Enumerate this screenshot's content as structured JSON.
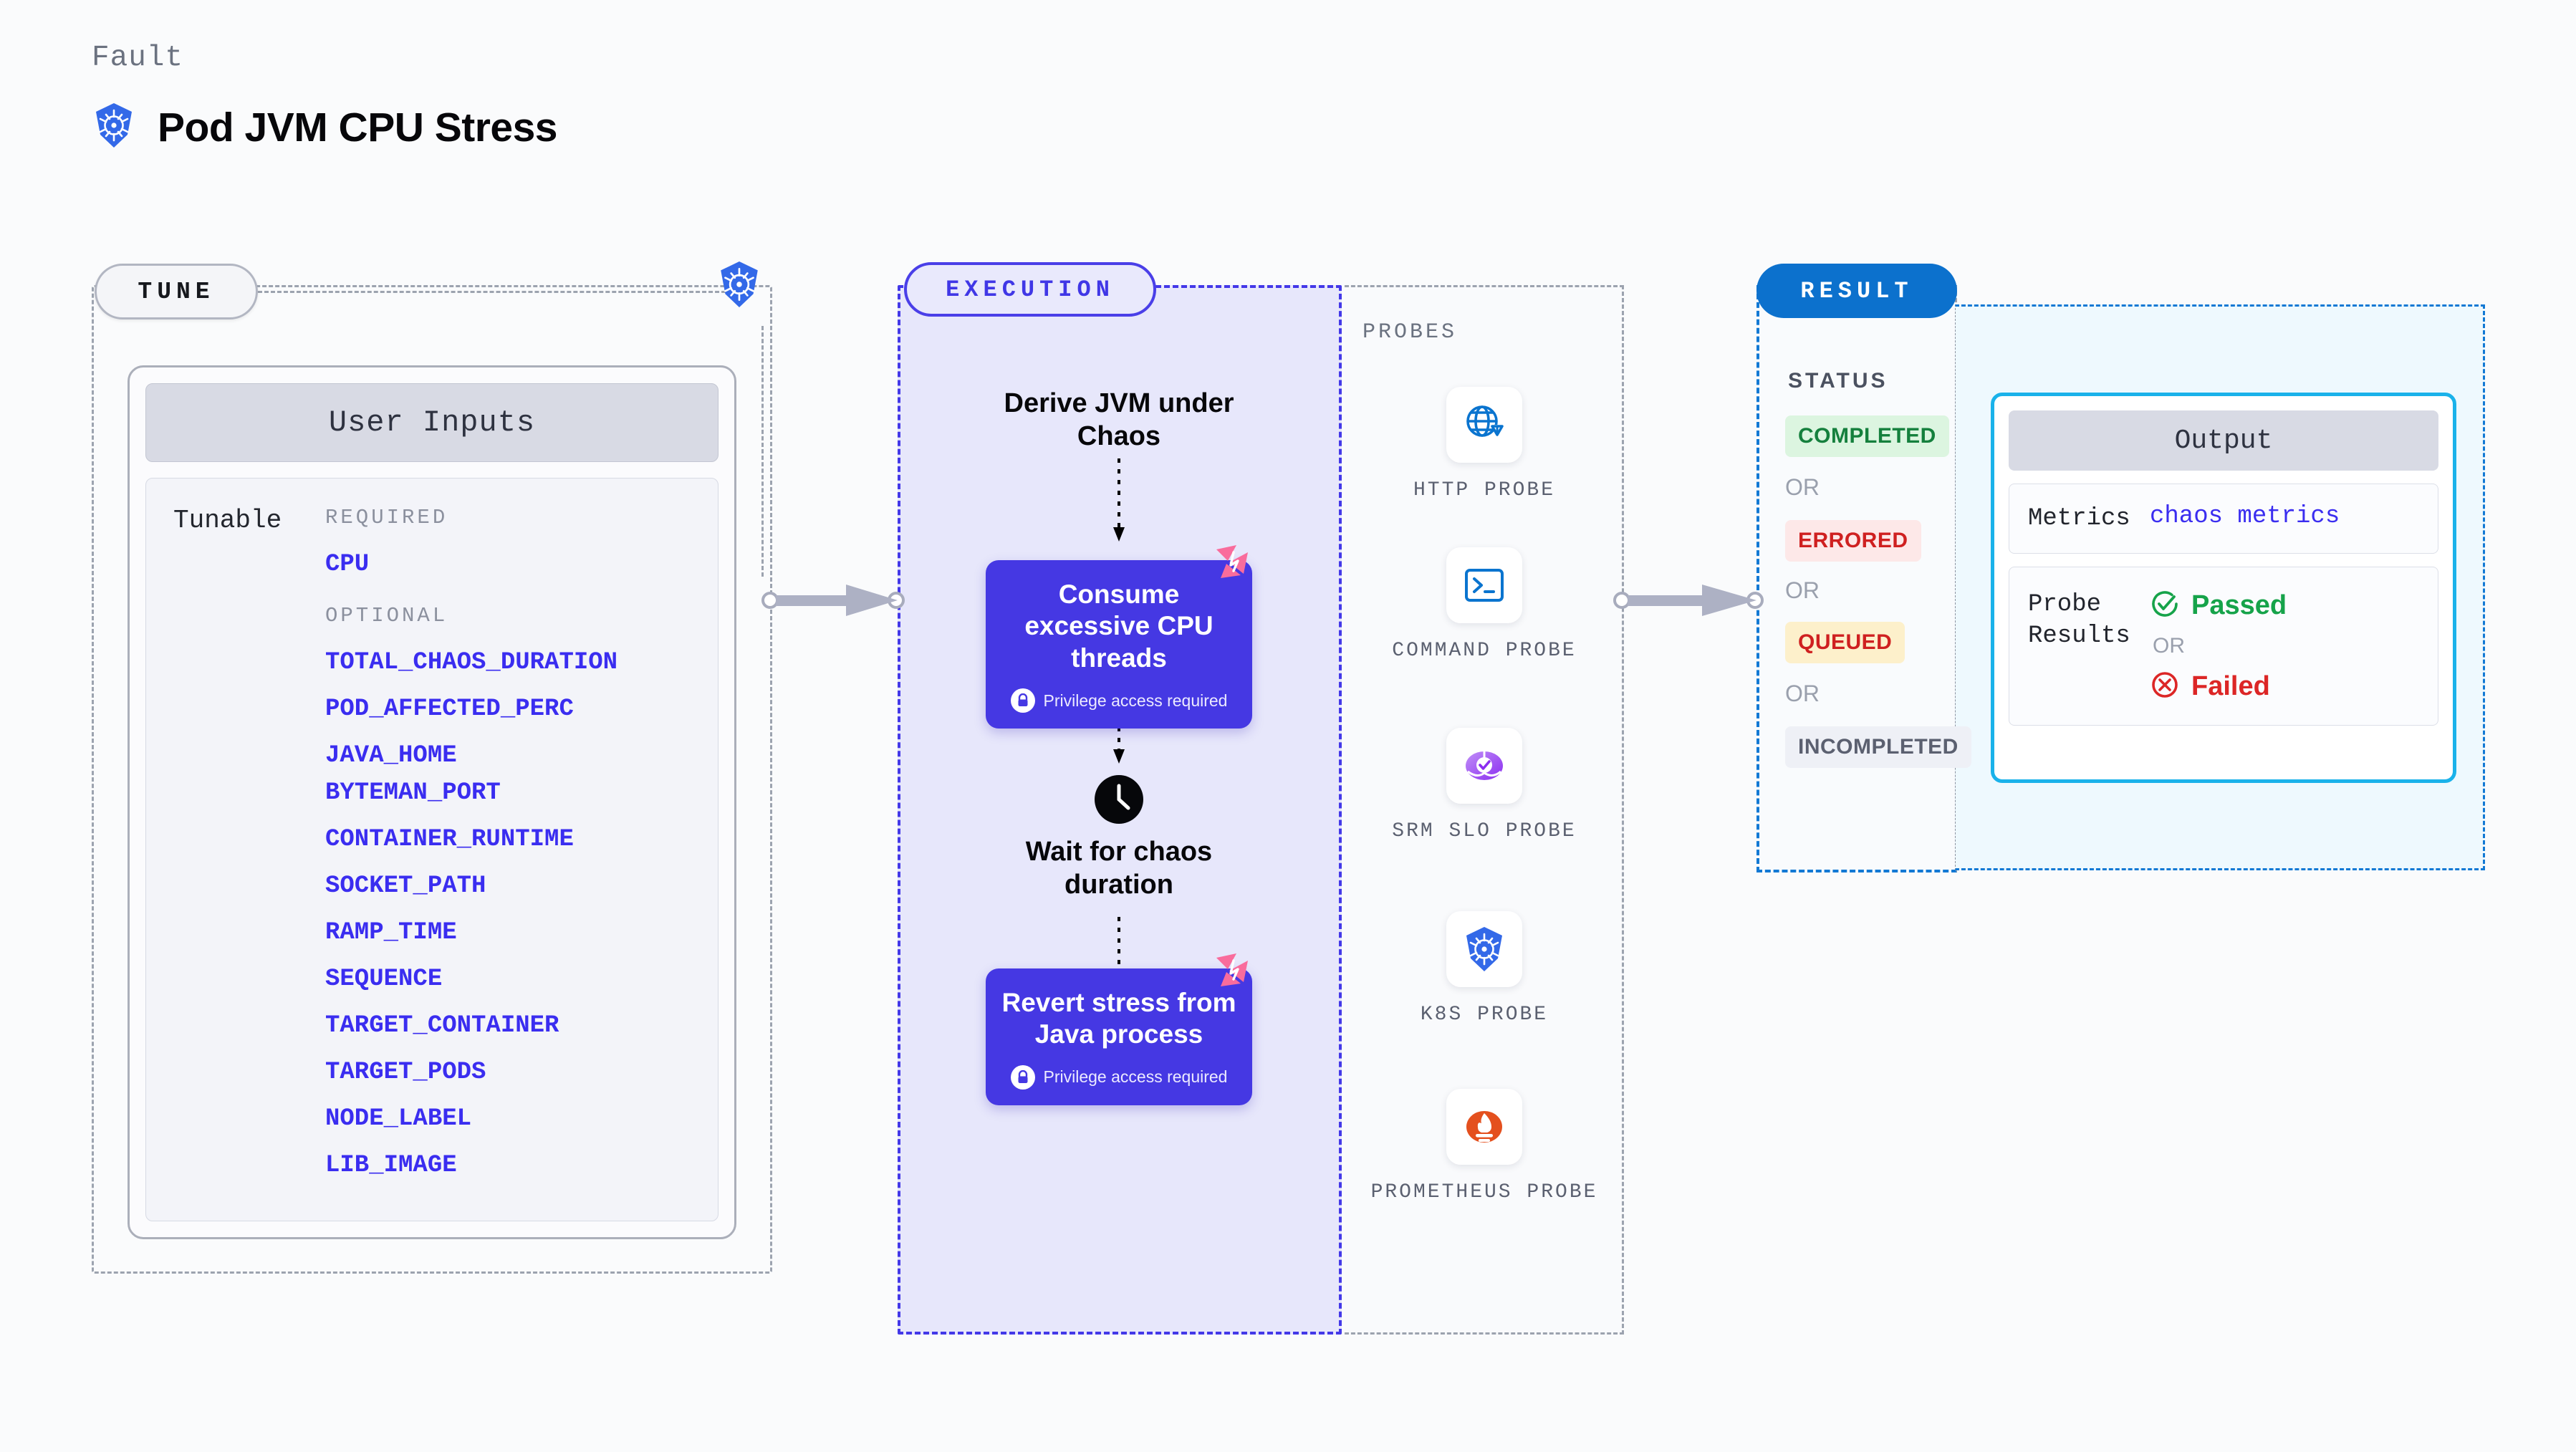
{
  "header": {
    "fault_label": "Fault",
    "title": "Pod JVM CPU Stress",
    "icon": "kubernetes-icon"
  },
  "tune": {
    "badge": "TUNE",
    "k8s_icon": "kubernetes-icon",
    "card_header": "User Inputs",
    "tunable_label": "Tunable",
    "required_label": "REQUIRED",
    "optional_label": "OPTIONAL",
    "required": [
      "CPU"
    ],
    "optional": [
      "TOTAL_CHAOS_DURATION",
      "POD_AFFECTED_PERC",
      "JAVA_HOME",
      "BYTEMAN_PORT",
      "CONTAINER_RUNTIME",
      "SOCKET_PATH",
      "RAMP_TIME",
      "SEQUENCE",
      "TARGET_CONTAINER",
      "TARGET_PODS",
      "NODE_LABEL",
      "LIB_IMAGE"
    ]
  },
  "execution": {
    "badge": "EXECUTION",
    "steps": [
      {
        "type": "text",
        "title": "Derive JVM under Chaos"
      },
      {
        "type": "card",
        "title": "Consume excessive CPU threads",
        "note": "Privilege access required",
        "note_icon": "lock-icon",
        "corner_icon": "litmus-icon"
      },
      {
        "type": "text",
        "title": "Wait for chaos duration",
        "icon": "clock-icon"
      },
      {
        "type": "card",
        "title": "Revert stress from Java process",
        "note": "Privilege access required",
        "note_icon": "lock-icon",
        "corner_icon": "litmus-icon"
      }
    ]
  },
  "probes": {
    "label": "PROBES",
    "items": [
      {
        "label": "HTTP PROBE",
        "icon": "globe-warning-icon"
      },
      {
        "label": "COMMAND PROBE",
        "icon": "terminal-icon"
      },
      {
        "label": "SRM SLO PROBE",
        "icon": "srm-slo-icon"
      },
      {
        "label": "K8S PROBE",
        "icon": "kubernetes-icon"
      },
      {
        "label": "PROMETHEUS PROBE",
        "icon": "prometheus-icon"
      }
    ]
  },
  "result": {
    "badge": "RESULT",
    "status_label": "STATUS",
    "or_label": "OR",
    "statuses": [
      {
        "label": "COMPLETED",
        "color": "#15803d",
        "bg": "#dcf5e0"
      },
      {
        "label": "ERRORED",
        "color": "#cf2020",
        "bg": "#fde8e8"
      },
      {
        "label": "QUEUED",
        "color": "#cf2020",
        "bg": "#fdf0cb"
      },
      {
        "label": "INCOMPLETED",
        "color": "#5b6070",
        "bg": "#eef0f6"
      }
    ]
  },
  "output": {
    "header": "Output",
    "metrics_key": "Metrics",
    "metrics_value": "chaos metrics",
    "probe_results_key": "Probe Results",
    "passed_label": "Passed",
    "passed_icon": "check-circle-icon",
    "or_label": "OR",
    "failed_label": "Failed",
    "failed_icon": "x-circle-icon"
  },
  "colors": {
    "accent_indigo": "#4538e3",
    "accent_blue": "#0c71cd",
    "k8s_blue": "#3369e8",
    "litmus_pink": "#f96c9c",
    "param_blue": "#3a2df0"
  }
}
